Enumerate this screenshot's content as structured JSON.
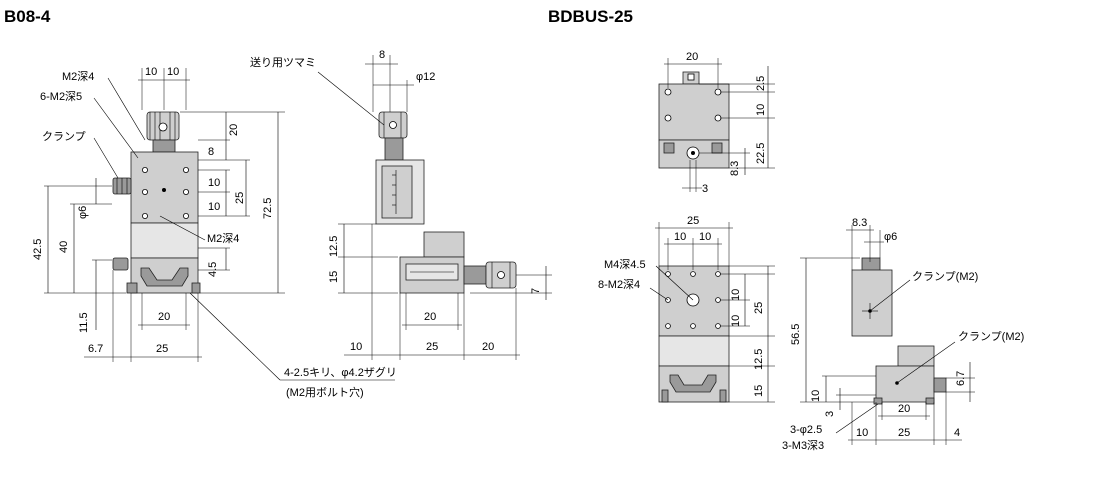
{
  "titles": {
    "left": "B08-4",
    "right": "BDBUS-25"
  },
  "b08": {
    "front_labels": {
      "m2_depth_4_top": "M2深4",
      "m2x6_depth_5": "6-M2深5",
      "clamp": "クランプ",
      "m2_depth_4_mid": "M2深4",
      "counterbore": "4-2.5キリ、φ4.2ザグリ",
      "bolt_hole": "(M2用ボルト穴)"
    },
    "front_dims": {
      "top_10a": "10",
      "top_10b": "10",
      "r_20": "20",
      "r_8": "8",
      "r_10a": "10",
      "r_10b": "10",
      "r_25": "25",
      "r_72_5": "72.5",
      "r_4_5": "4.5",
      "l_42_5": "42.5",
      "l_40": "40",
      "l_phi6": "φ6",
      "l_11_5": "11.5",
      "b_20": "20",
      "b_6_7": "6.7",
      "b_25": "25"
    },
    "side_labels": {
      "feed_knob": "送り用ツマミ"
    },
    "side_dims": {
      "top_8": "8",
      "phi12": "φ12",
      "l_12_5": "12.5",
      "l_15": "15",
      "r_7": "7",
      "b_20": "20",
      "b_10": "10",
      "b_25": "25",
      "b_20b": "20"
    }
  },
  "bdbus": {
    "top_dims": {
      "w_20": "20",
      "r_2_5": "2.5",
      "r_10": "10",
      "r_22_5": "22.5",
      "r_8_3": "8.3",
      "b_3": "3"
    },
    "front_labels": {
      "m4_depth": "M4深4.5",
      "m2x8_depth": "8-M2深4"
    },
    "front_dims": {
      "w_25": "25",
      "w_10a": "10",
      "w_10b": "10",
      "r_10a": "10",
      "r_25": "25",
      "r_10b": "10",
      "r_12_5": "12.5",
      "r_15": "15"
    },
    "side_labels": {
      "clamp_a": "クランプ(M2)",
      "clamp_b": "クランプ(M2)",
      "phi2_5": "3-φ2.5",
      "m3_depth": "3-M3深3"
    },
    "side_dims": {
      "t_8_3": "8.3",
      "phi6": "φ6",
      "l_56_5": "56.5",
      "l_10": "10",
      "l_3": "3",
      "r_6_7": "6.7",
      "b_20": "20",
      "b_10": "10",
      "b_25": "25",
      "b_4": "4"
    }
  }
}
